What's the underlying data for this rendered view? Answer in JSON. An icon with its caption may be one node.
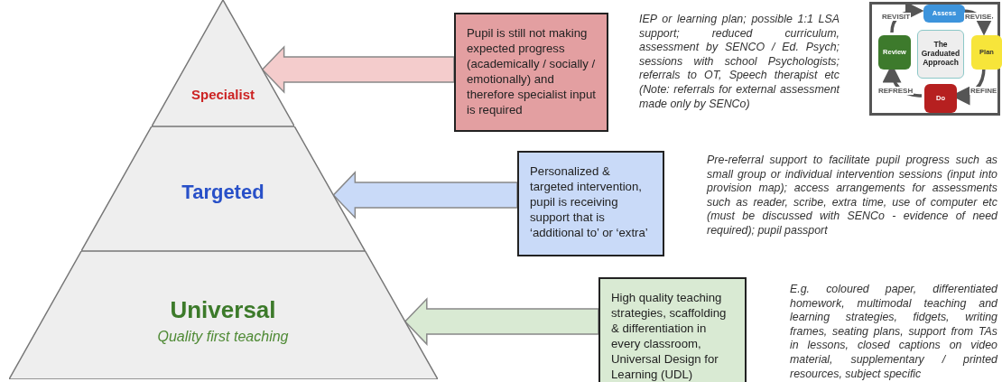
{
  "diagram": {
    "nodes": [
      {
        "text": [
          "Specialist"
        ]
      },
      {
        "text": [
          "Targeted"
        ]
      },
      {
        "text": [
          "Universal",
          "Quality first teaching"
        ]
      },
      {
        "text": [
          "Pupil is still not making expected progress (academically / socially / emotionally) and therefore specialist input is required"
        ]
      },
      {
        "text": [
          "Personalized & targeted intervention, pupil is receiving support that is ‘additional to’ or ‘extra’"
        ]
      },
      {
        "text": [
          "High quality teaching strategies, scaffolding & differentiation in every classroom, Universal Design for Learning (UDL)"
        ]
      },
      {
        "text": [],
        "shape": "box"
      },
      {
        "text": [
          "Assess"
        ],
        "in": 6
      },
      {
        "text": [
          "Review"
        ],
        "in": 6
      },
      {
        "text": [
          "The Graduated Approach"
        ],
        "in": 6
      },
      {
        "text": [
          "Plan"
        ],
        "in": 6
      },
      {
        "text": [
          "Do"
        ],
        "in": 6
      }
    ],
    "edges": [
      {
        "from": 3,
        "to": 0,
        "arrow": "to",
        "style": "thick",
        "color": "#f4cccc"
      },
      {
        "from": 4,
        "to": 1,
        "arrow": "to",
        "style": "thick",
        "color": "#c9daf8"
      },
      {
        "from": 5,
        "to": 2,
        "arrow": "to",
        "style": "thick",
        "color": "#d9ead3"
      },
      {
        "from": 7,
        "to": 10,
        "arrow": "to",
        "label": "REVISE"
      },
      {
        "from": 10,
        "to": 11,
        "arrow": "to",
        "label": "REFINE"
      },
      {
        "from": 11,
        "to": 8,
        "arrow": "to",
        "label": "REFRESH"
      },
      {
        "from": 8,
        "to": 7,
        "arrow": "to",
        "label": "REVISIT"
      }
    ],
    "labels": [
      "IEP or learning plan; possible 1:1 LSA support; reduced curriculum, assessment by SENCO / Ed. Psych; sessions with school Psychologists; referrals to OT, Speech therapist etc (Note: referrals for external assessment made only by SENCo)",
      "Pre-referral support to facilitate pupil progress such as small group or individual intervention sessions (input into provision map); access arrangements for assessments such as reader, scribe, extra time, use of computer etc (must be discussed with SENCo - evidence of need required); pupil passport",
      "E.g. coloured paper, differentiated homework, multimodal teaching and learning strategies, fidgets, writing frames, seating plans, support from TAs in lessons, closed captions on video material, supplementary / printed resources, subject specific"
    ]
  }
}
